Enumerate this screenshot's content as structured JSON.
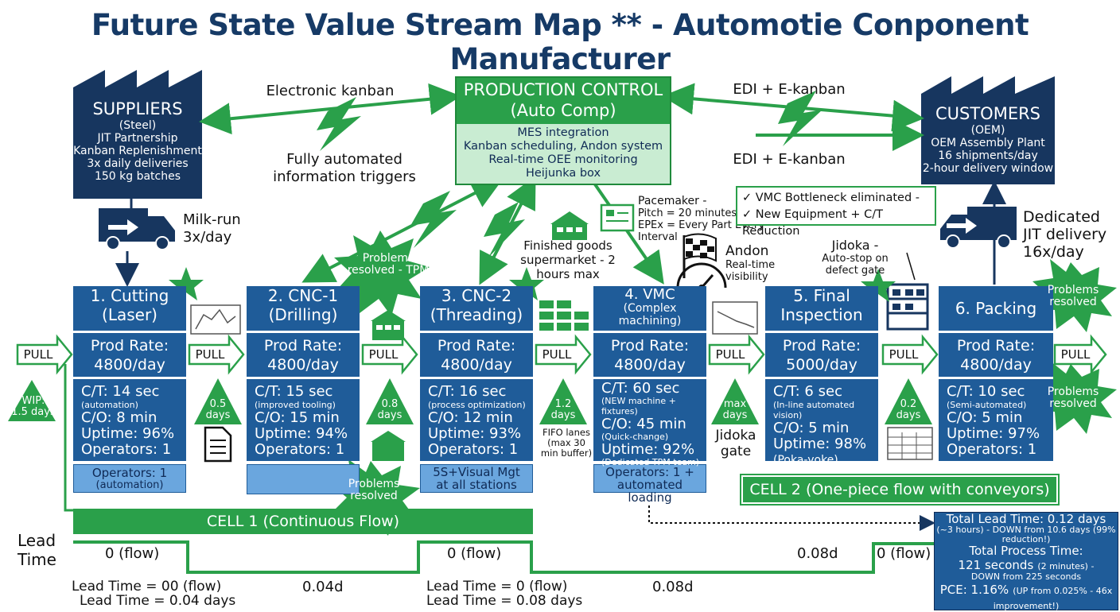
{
  "title": "Future State Value Stream Map ** - Automotie Conponent Manufacturer",
  "suppliers": {
    "name": "SUPPLIERS",
    "sub": "(Steel)",
    "lines": [
      "JIT Partnership",
      "Kanban Replenishment",
      "3x daily deliveries",
      "150 kg batches"
    ]
  },
  "customers": {
    "name": "CUSTOMERS",
    "sub": "(OEM)",
    "lines": [
      "OEM Assembly Plant",
      "16 shipments/day",
      "2-hour delivery window"
    ]
  },
  "production_control": {
    "name": "PRODUCTION CONTROL",
    "sub": "(Auto Comp)",
    "lines": [
      "MES integration",
      "Kanban scheduling, Andon system",
      "Real-time OEE monitoring",
      "Heijunka box"
    ]
  },
  "info_labels": {
    "electronic_kanban": "Electronic kanban",
    "fully_automated": "Fully automated information triggers",
    "edi_top": "EDI + E-kanban",
    "edi_bottom": "EDI + E-kanban"
  },
  "supplier_truck_label": "Milk-run 3x/day",
  "customer_truck_label": "Dedicated JIT delivery 16x/day",
  "pacemaker": {
    "title": "Pacemaker -",
    "pitch": "Pitch = 20 minutes",
    "epex": "EPEx = Every Part Every Interval"
  },
  "vmc_note": [
    "✓ VMC Bottleneck eliminated -",
    "✓ New Equipment + C/T Reduction"
  ],
  "finished_goods": "Finished goods supermarket - 2 hours max",
  "andon": {
    "title": "Andon",
    "sub": "Real-time visibility"
  },
  "jidoka": {
    "title": "Jidoka -",
    "sub": "Auto-stop on defect gate"
  },
  "processes": [
    {
      "title": "1. Cutting",
      "sub": "(Laser)",
      "rate_label": "Prod Rate:",
      "rate": "4800/day",
      "ct": "C/T: 14 sec",
      "ct_note": "(automation)",
      "co": "C/O: 8 min",
      "uptime": "Uptime: 96%",
      "operators": "Operators: 1",
      "foot": "Operators: 1",
      "foot_sub": "(automation)"
    },
    {
      "title": "2. CNC-1",
      "sub": "(Drilling)",
      "rate_label": "Prod Rate:",
      "rate": "4800/day",
      "ct": "C/T: 15 sec",
      "ct_note": "(improved tooling)",
      "co": "C/O: 15 min",
      "uptime": "Uptime: 94%",
      "operators": "Operators: 1",
      "foot": "",
      "foot_sub": ""
    },
    {
      "title": "3. CNC-2",
      "sub": "(Threading)",
      "rate_label": "Prod Rate:",
      "rate": "4800/day",
      "ct": "C/T: 16 sec",
      "ct_note": "(process optimization)",
      "co": "C/O: 12 min",
      "uptime": "Uptime: 93%",
      "operators": "Operators: 1",
      "foot": "5S+Visual Mgt",
      "foot_sub": "at all stations"
    },
    {
      "title": "4. VMC",
      "sub": "(Complex machining)",
      "rate_label": "Prod Rate:",
      "rate": "4800/day",
      "ct": "C/T: 60 sec",
      "ct_note": "(NEW machine + fixtures)",
      "co": "C/O: 45 min",
      "co_note": "(Quick-change)",
      "uptime": "Uptime: 92%",
      "operators": "(Dedicated TPM team)",
      "foot": "Operators: 1 +",
      "foot_sub": "automated loading"
    },
    {
      "title": "5. Final",
      "sub": "Inspection",
      "rate_label": "Prod Rate:",
      "rate": "5000/day",
      "ct": "C/T: 6 sec",
      "ct_note": "(In-line automated vision)",
      "co": "C/O: 5 min",
      "uptime": "Uptime: 98%",
      "operators": "(Poka-yoke)",
      "foot": "",
      "foot_sub": ""
    },
    {
      "title": "6. Packing",
      "sub": "",
      "rate_label": "Prod Rate:",
      "rate": "4800/day",
      "ct": "C/T: 10 sec",
      "ct_note": "(Semi-automated)",
      "co": "C/O: 5 min",
      "uptime": "Uptime: 97%",
      "operators": "Operators: 1",
      "foot": "",
      "foot_sub": ""
    }
  ],
  "pull_labels": [
    "PULL",
    "PULL",
    "PULL",
    "PULL",
    "PULL",
    "PULL",
    "PULL"
  ],
  "inventory": [
    {
      "line1": "WIP:",
      "line2": "1.5 days"
    },
    {
      "line1": "0.5",
      "line2": "days"
    },
    {
      "line1": "0.8",
      "line2": "days"
    },
    {
      "line1": "1.2",
      "line2": "days"
    },
    {
      "line1": "max",
      "line2": "days"
    },
    {
      "line1": "0.2",
      "line2": "days"
    }
  ],
  "fifo_note": "FIFO lanes (max 30 min buffer)",
  "jidoka_gate": "Jidoka gate",
  "stars": {
    "tpm": "Problems resolved - TPM",
    "resolved1": "Problems resolved",
    "resolved2": "Problems resolved",
    "resolved3": "Problems resolved"
  },
  "cell1": "CELL 1 (Continuous Flow)",
  "cell2": "CELL 2 (One-piece flow with conveyors)",
  "timeline": {
    "label": "Lead Time",
    "values": [
      "0 (flow)",
      "0.04d",
      "0 (flow)",
      "0.08d",
      "0.08d",
      "0 (flow)"
    ],
    "notes": [
      "Lead Time = 00 (flow)",
      "Lead Time = 0.04 days",
      "Lead Time = 0 (flow)",
      "Lead Time = 0.08 days"
    ]
  },
  "summary": {
    "lead": "Total Lead Time: 0.12 days",
    "lead_sub": "(~3 hours) - DOWN from 10.6 days (99% reduction!)",
    "process": "Total Process Time:",
    "process_val": "121 seconds",
    "process_val_sub": "(2 minutes) -",
    "process_sub": "DOWN from 225 seconds",
    "pce": "PCE: 1.16%",
    "pce_sub": "(UP from 0.025% - 46x improvement!)"
  },
  "colors": {
    "navy": "#17365f",
    "blue": "#1f5c99",
    "lightblue": "#6aa6de",
    "green": "#2aa04a",
    "lightgreen": "#c9ecd2"
  },
  "icons": [
    "factory-icon",
    "truck-icon",
    "lightning-icon",
    "supermarket-icon",
    "gauge-icon",
    "checkered-flag-icon",
    "kanban-card-icon",
    "document-icon",
    "chart-icon",
    "rack-icon"
  ]
}
